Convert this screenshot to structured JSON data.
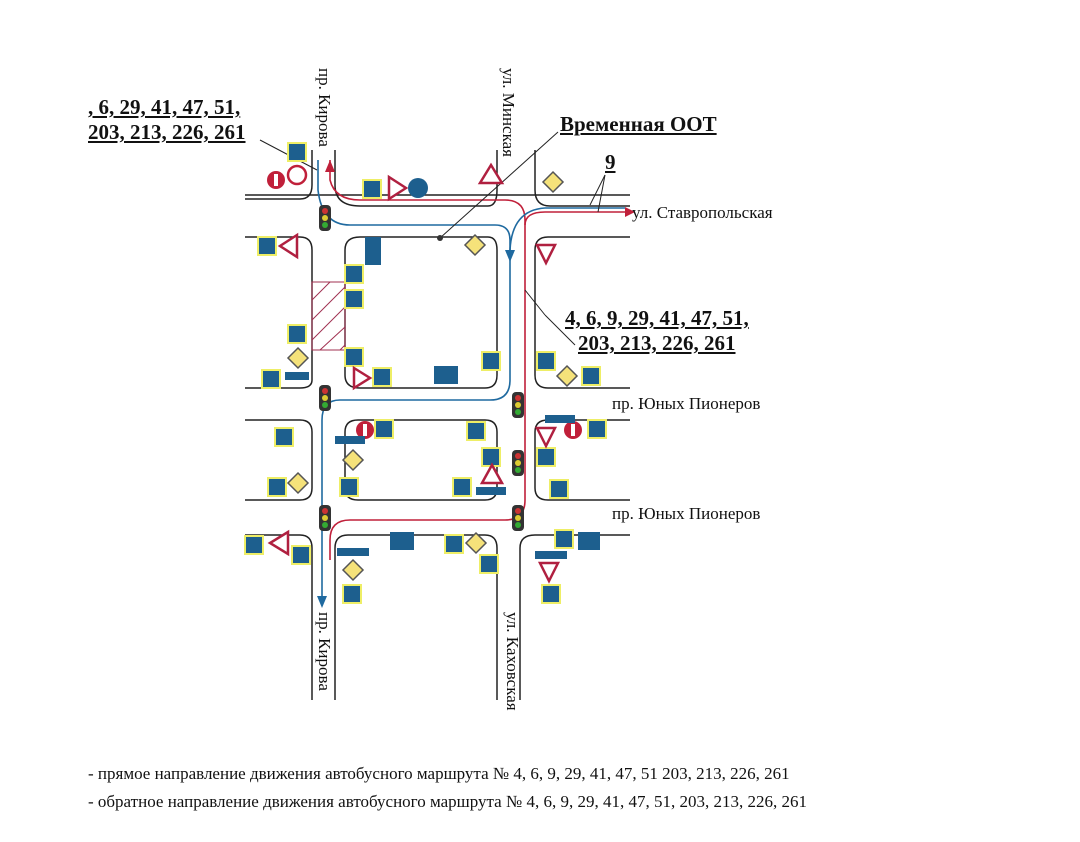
{
  "routes_left": {
    "line1": ", 6, 29, 41, 47, 51,",
    "line2": "203, 213, 226, 261"
  },
  "routes_right": {
    "line1": "4, 6, 9, 29, 41, 47, 51,",
    "line2": "203, 213, 226, 261"
  },
  "temp_stop_label": "Временная ООТ",
  "route_9_label": "9",
  "streets": {
    "kirova_top": "пр. Кирова",
    "minskaya": "ул. Минская",
    "stavropolskaya": "ул. Ставропольская",
    "yunykh_pionerov_1": "пр. Юных Пионеров",
    "yunykh_pionerov_2": "пр. Юных Пионеров",
    "kirova_bottom": "пр. Кирова",
    "kakhovskaya": "ул. Каховская"
  },
  "legend": {
    "forward": "- прямое направление движения автобусного маршрута № 4, 6, 9, 29, 41, 47, 51 203, 213, 226, 261",
    "reverse": "- обратное направление движения автобусного маршрута № 4, 6, 9, 29, 41, 47, 51, 203, 213, 226, 261"
  },
  "colors": {
    "forward": "#c0203a",
    "reverse": "#1f6aa0",
    "sign_blue": "#1d5f8e",
    "road": "#222222"
  }
}
